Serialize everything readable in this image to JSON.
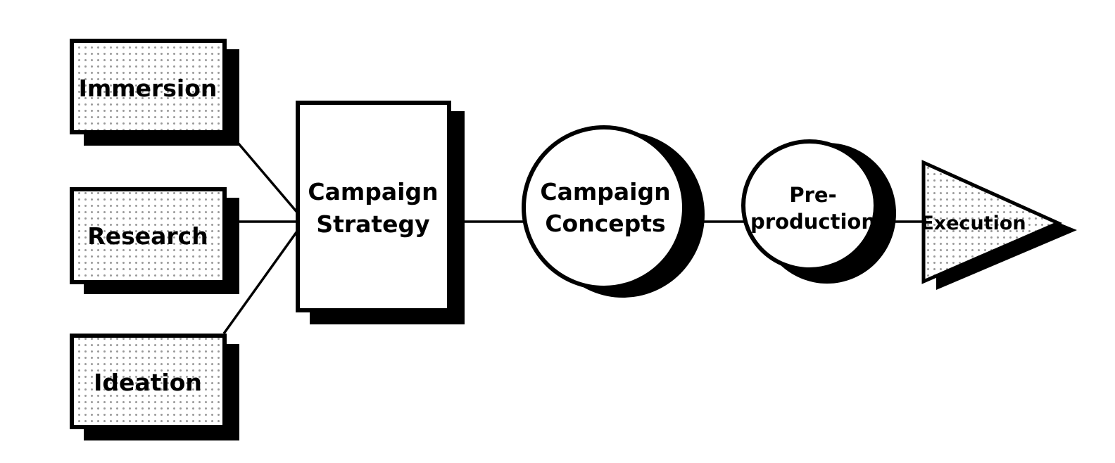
{
  "diagram": {
    "inputs": [
      {
        "label": "Immersion"
      },
      {
        "label": "Research"
      },
      {
        "label": "Ideation"
      }
    ],
    "stages": [
      {
        "line1": "Campaign",
        "line2": "Strategy"
      },
      {
        "line1": "Campaign",
        "line2": "Concepts"
      },
      {
        "line1": "Pre-",
        "line2": "production"
      },
      {
        "line1": "Execution"
      }
    ]
  },
  "colors": {
    "ink": "#000000",
    "paper": "#ffffff",
    "stipple": "#9a9a9a"
  }
}
